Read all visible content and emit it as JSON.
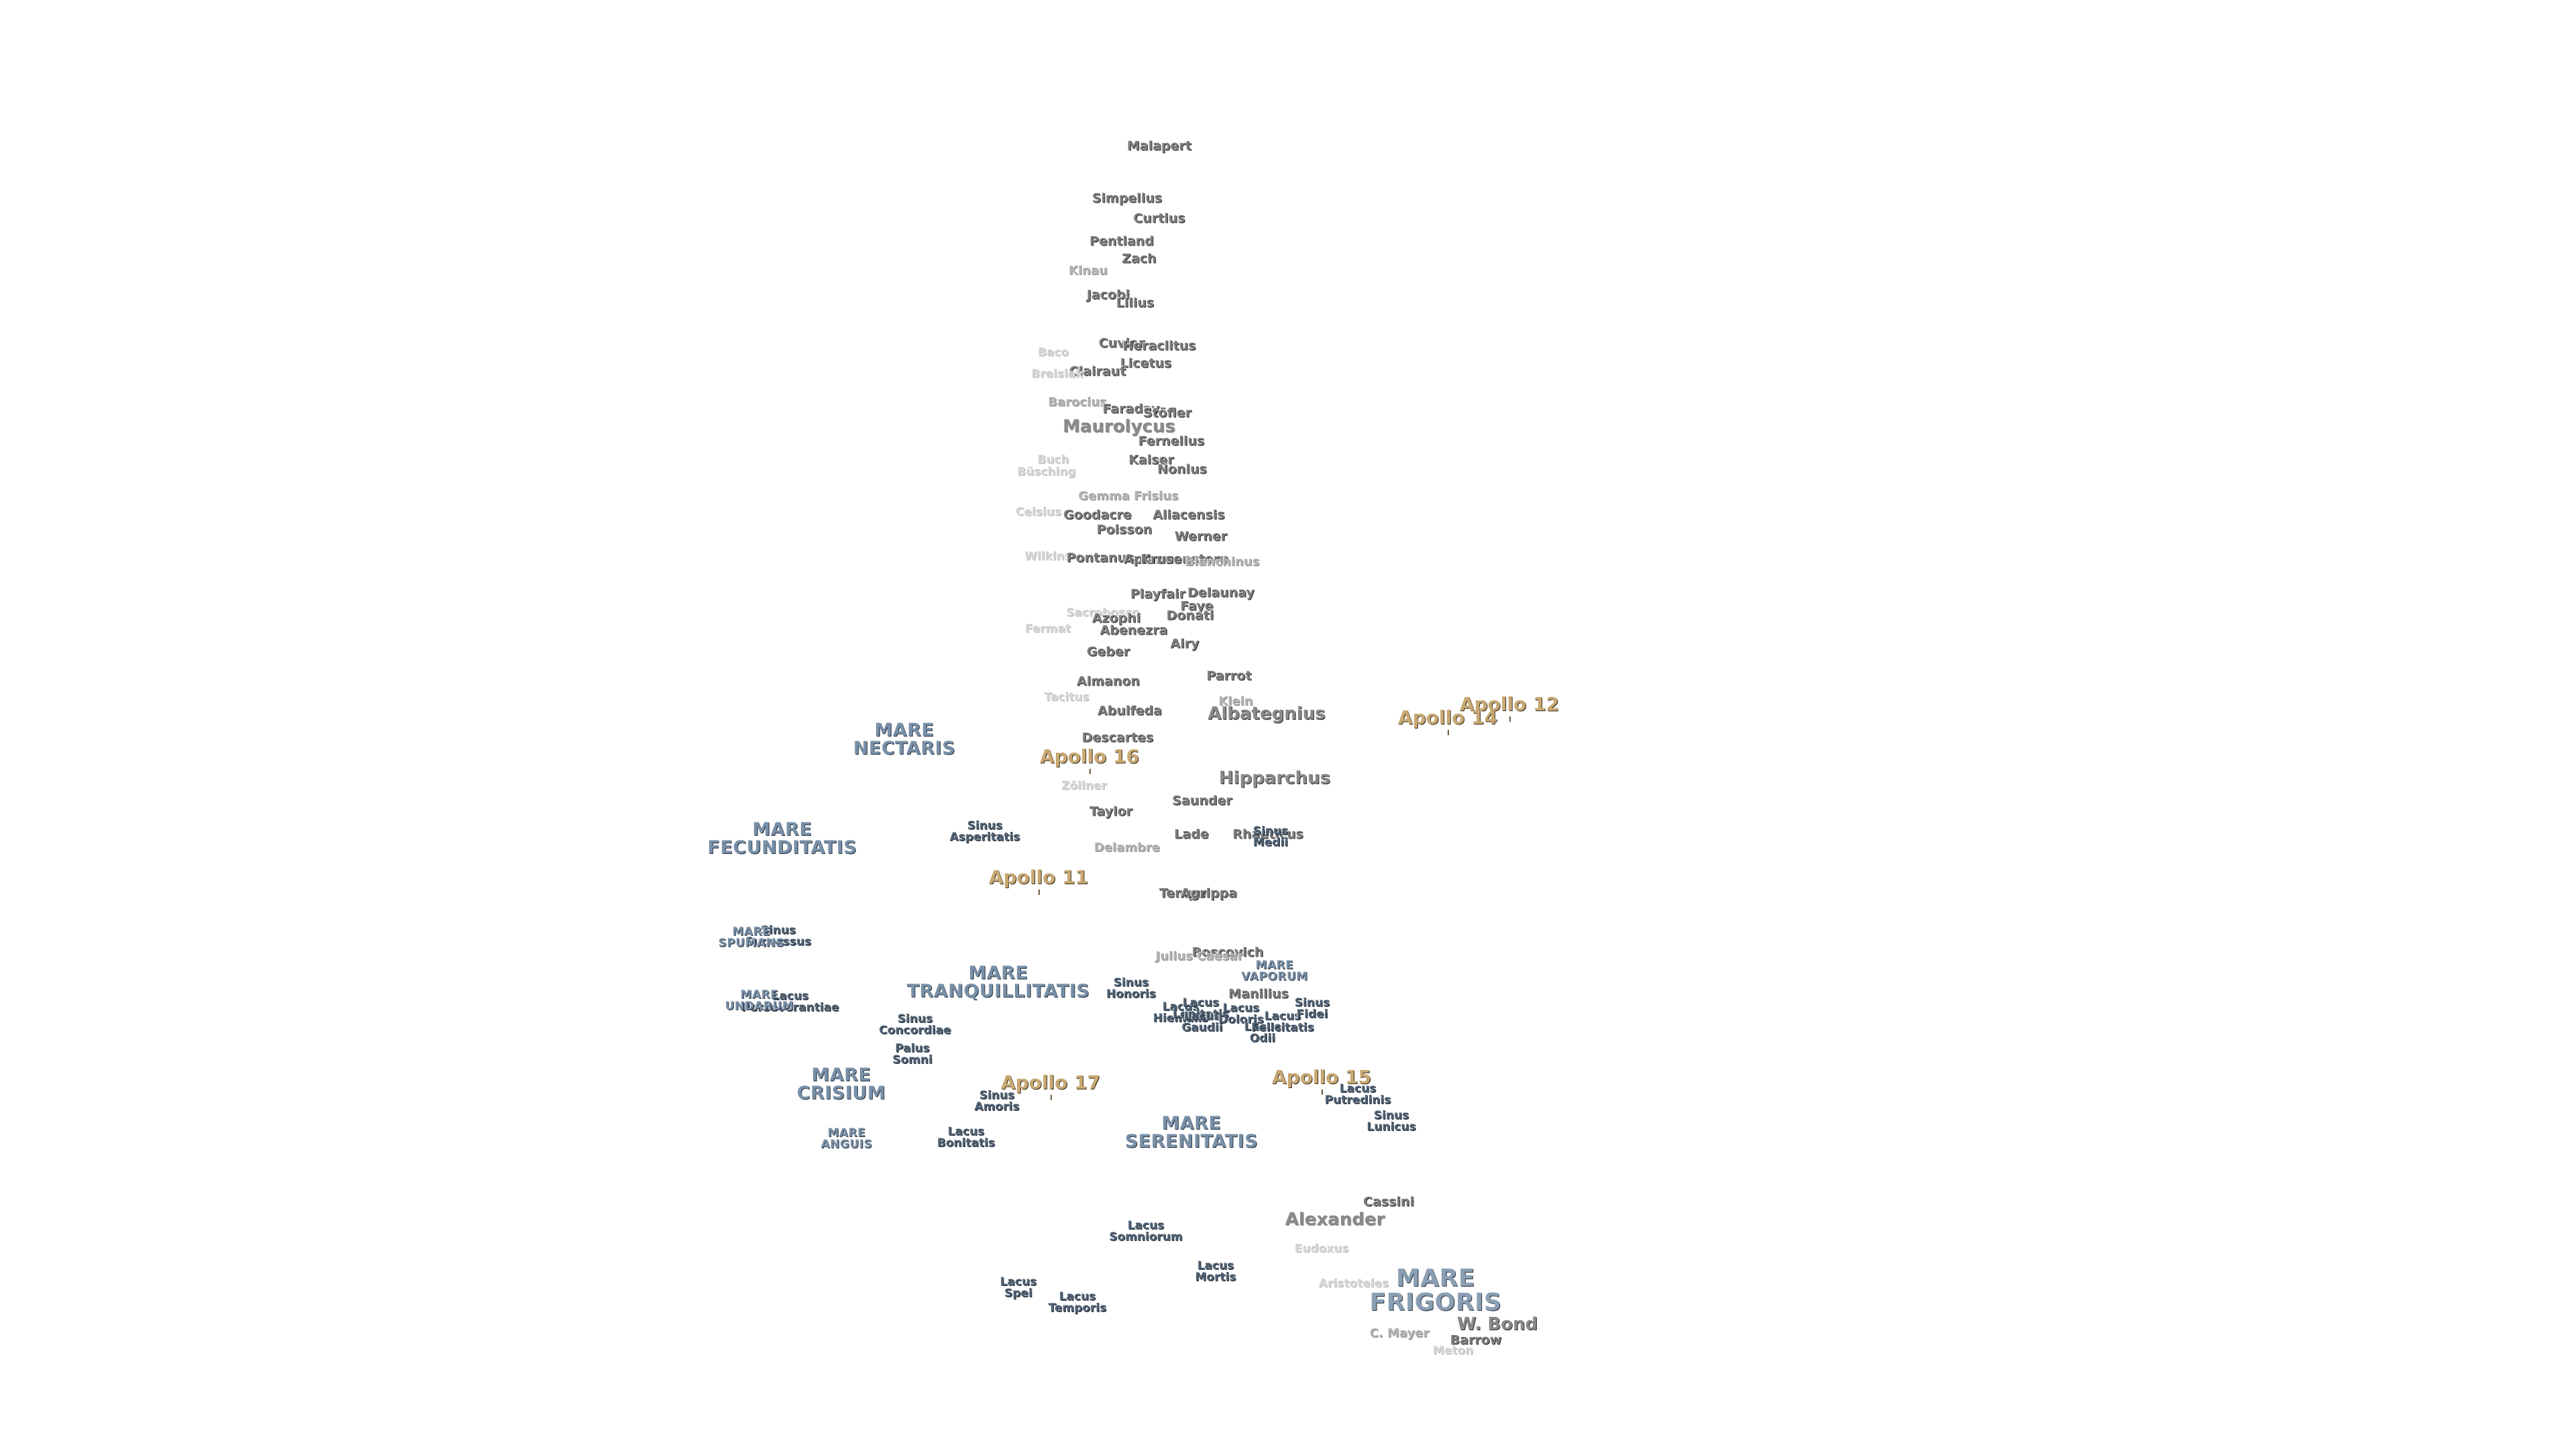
{
  "map": {
    "craters": [
      {
        "name": "Malapert",
        "cls": ""
      },
      {
        "name": "Simpelius",
        "cls": ""
      },
      {
        "name": "Curtius",
        "cls": ""
      },
      {
        "name": "Pentland",
        "cls": ""
      },
      {
        "name": "Zach",
        "cls": ""
      },
      {
        "name": "Kinau",
        "cls": "f"
      },
      {
        "name": "Jacobi",
        "cls": ""
      },
      {
        "name": "Lilius",
        "cls": ""
      },
      {
        "name": "Cuvier",
        "cls": ""
      },
      {
        "name": "Heraclitus",
        "cls": ""
      },
      {
        "name": "Licetus",
        "cls": ""
      },
      {
        "name": "Baco",
        "cls": "ff"
      },
      {
        "name": "Clairaut",
        "cls": ""
      },
      {
        "name": "Breislak",
        "cls": "ff"
      },
      {
        "name": "Barocius",
        "cls": "f"
      },
      {
        "name": "Faraday",
        "cls": ""
      },
      {
        "name": "Stöfler",
        "cls": ""
      },
      {
        "name": "Maurolycus",
        "cls": "f big"
      },
      {
        "name": "Fernelius",
        "cls": ""
      },
      {
        "name": "Buch",
        "cls": "ff"
      },
      {
        "name": "Kaiser",
        "cls": ""
      },
      {
        "name": "Nonius",
        "cls": ""
      },
      {
        "name": "Büsching",
        "cls": "ff"
      },
      {
        "name": "Gemma Frisius",
        "cls": "f"
      },
      {
        "name": "Celsius",
        "cls": "ff"
      },
      {
        "name": "Goodacre",
        "cls": ""
      },
      {
        "name": "Aliacensis",
        "cls": ""
      },
      {
        "name": "Poisson",
        "cls": ""
      },
      {
        "name": "Werner",
        "cls": ""
      },
      {
        "name": "Wilkins",
        "cls": "ff"
      },
      {
        "name": "Pontanus",
        "cls": ""
      },
      {
        "name": "Apianus",
        "cls": ""
      },
      {
        "name": "Krusenstern",
        "cls": ""
      },
      {
        "name": "Blanchinus",
        "cls": "f"
      },
      {
        "name": "Playfair",
        "cls": ""
      },
      {
        "name": "Delaunay",
        "cls": ""
      },
      {
        "name": "Sacrobosco",
        "cls": "ff"
      },
      {
        "name": "Azophi",
        "cls": ""
      },
      {
        "name": "Faye",
        "cls": ""
      },
      {
        "name": "Donati",
        "cls": ""
      },
      {
        "name": "Fermat",
        "cls": "ff"
      },
      {
        "name": "Abenezra",
        "cls": ""
      },
      {
        "name": "Airy",
        "cls": ""
      },
      {
        "name": "Geber",
        "cls": ""
      },
      {
        "name": "Parrot",
        "cls": ""
      },
      {
        "name": "Almanon",
        "cls": ""
      },
      {
        "name": "Tacitus",
        "cls": "ff"
      },
      {
        "name": "Klein",
        "cls": "f"
      },
      {
        "name": "Abulfeda",
        "cls": ""
      },
      {
        "name": "Albategnius",
        "cls": "big"
      },
      {
        "name": "Descartes",
        "cls": ""
      },
      {
        "name": "Hipparchus",
        "cls": "big"
      },
      {
        "name": "Zöllner",
        "cls": "ff"
      },
      {
        "name": "Taylor",
        "cls": ""
      },
      {
        "name": "Saunder",
        "cls": ""
      },
      {
        "name": "Lade",
        "cls": ""
      },
      {
        "name": "Rhaeticus",
        "cls": ""
      },
      {
        "name": "Delambre",
        "cls": "f"
      },
      {
        "name": "Tempel",
        "cls": ""
      },
      {
        "name": "Agrippa",
        "cls": ""
      },
      {
        "name": "Boscovich",
        "cls": ""
      },
      {
        "name": "Julius Caesar",
        "cls": "f"
      },
      {
        "name": "Manilius",
        "cls": ""
      },
      {
        "name": "Cassini",
        "cls": ""
      },
      {
        "name": "Alexander",
        "cls": "f big"
      },
      {
        "name": "Eudoxus",
        "cls": "ff"
      },
      {
        "name": "Aristoteles",
        "cls": "ff"
      },
      {
        "name": "W. Bond",
        "cls": "big"
      },
      {
        "name": "C. Mayer",
        "cls": "f"
      },
      {
        "name": "Barrow",
        "cls": ""
      },
      {
        "name": "Meton",
        "cls": "ff"
      }
    ],
    "features": [
      {
        "lines": [
          "Sinus",
          "Asperitatis"
        ]
      },
      {
        "lines": [
          "Sinus",
          "Medii"
        ]
      },
      {
        "lines": [
          "Sinus",
          "Honoris"
        ]
      },
      {
        "lines": [
          "Sinus",
          "Concordiae"
        ]
      },
      {
        "lines": [
          "Palus",
          "Somni"
        ]
      },
      {
        "lines": [
          "Sinus",
          "Amoris"
        ]
      },
      {
        "lines": [
          "Lacus",
          "Bonitatis"
        ]
      },
      {
        "lines": [
          "Lacus",
          "Hiemalis"
        ]
      },
      {
        "lines": [
          "Lacus",
          "Lenitatis"
        ]
      },
      {
        "lines": [
          "Lacus",
          "Gaudii"
        ]
      },
      {
        "lines": [
          "Lacus",
          "Doloris"
        ]
      },
      {
        "lines": [
          "Lacus",
          "Odii"
        ]
      },
      {
        "lines": [
          "Lacus",
          "Felicitatis"
        ]
      },
      {
        "lines": [
          "Sinus",
          "Fidei"
        ]
      },
      {
        "lines": [
          "Lacus",
          "Putredinis"
        ]
      },
      {
        "lines": [
          "Sinus",
          "Lunicus"
        ]
      },
      {
        "lines": [
          "Lacus",
          "Somniorum"
        ]
      },
      {
        "lines": [
          "Lacus",
          "Mortis"
        ]
      },
      {
        "lines": [
          "Lacus",
          "Spei"
        ]
      },
      {
        "lines": [
          "Lacus",
          "Temporis"
        ]
      },
      {
        "lines": [
          "Sinus",
          "Successus"
        ]
      },
      {
        "lines": [
          "Lacus",
          "Perseverantiae"
        ]
      }
    ],
    "maria": [
      {
        "lines": [
          "MARE",
          "NECTARIS"
        ]
      },
      {
        "lines": [
          "MARE",
          "FECUNDITATIS"
        ]
      },
      {
        "lines": [
          "MARE",
          "SPUMANS"
        ]
      },
      {
        "lines": [
          "MARE",
          "UNDARUM"
        ]
      },
      {
        "lines": [
          "MARE",
          "TRANQUILLITATIS"
        ]
      },
      {
        "lines": [
          "MARE",
          "VAPORUM"
        ]
      },
      {
        "lines": [
          "MARE",
          "CRISIUM"
        ]
      },
      {
        "lines": [
          "MARE",
          "ANGUIS"
        ]
      },
      {
        "lines": [
          "MARE",
          "SERENITATIS"
        ]
      },
      {
        "lines": [
          "MARE",
          "FRIGORIS"
        ]
      }
    ],
    "apollo_sites": [
      {
        "name": "Apollo 12"
      },
      {
        "name": "Apollo 14"
      },
      {
        "name": "Apollo 16"
      },
      {
        "name": "Apollo 11"
      },
      {
        "name": "Apollo 17"
      },
      {
        "name": "Apollo 15"
      }
    ]
  }
}
